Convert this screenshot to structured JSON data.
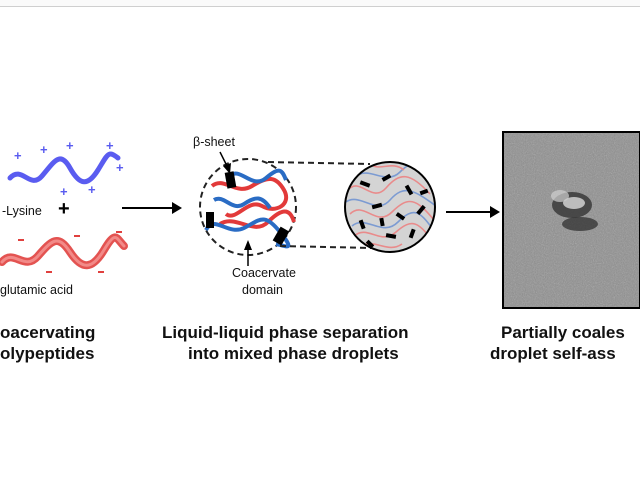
{
  "panel1": {
    "lysine_label": "-Lysine",
    "glutamic_label": "glutamic acid",
    "caption_line1": "oacervating",
    "caption_line2": "olypeptides",
    "plus_symbol": "+"
  },
  "panel2": {
    "beta_sheet_label": "β-sheet",
    "coacervate_label_line1": "Coacervate",
    "coacervate_label_line2": "domain",
    "caption_line1": "Liquid-liquid phase separation",
    "caption_line2": "into mixed phase droplets"
  },
  "panel3": {
    "caption_line1": "Partially coales",
    "caption_line2": "droplet self-ass"
  },
  "colors": {
    "lysine_blue": "#5a5cf0",
    "glutamic_red": "#e0403e",
    "strand_blue": "#2a6cc4",
    "strand_red": "#e23a3a",
    "microscopy_bg": "#8e8e8e"
  }
}
